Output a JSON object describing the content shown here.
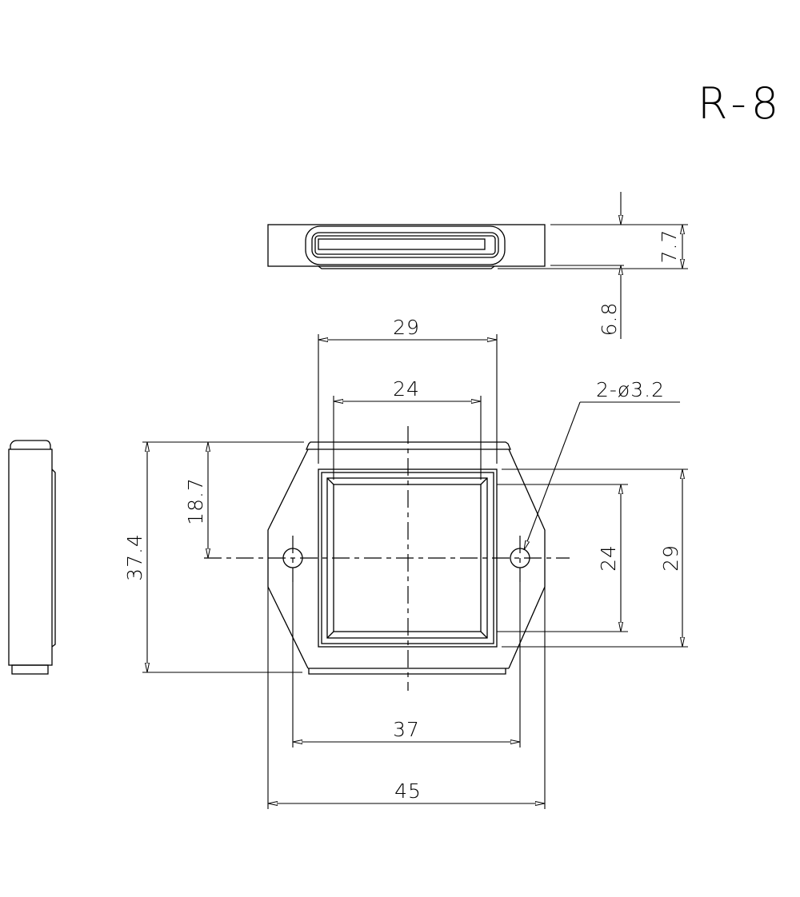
{
  "drawing": {
    "title": "R-8",
    "colors": {
      "line": "#000000",
      "background": "#ffffff"
    },
    "dimensions": {
      "top_view_height": "7.7",
      "top_view_depth": "6.8",
      "outer_width": "29",
      "inner_width": "24",
      "hole_callout": "2-ø3.2",
      "overall_height": "37.4",
      "half_height": "18.7",
      "inner_height": "24",
      "outer_height": "29",
      "hole_spacing": "37",
      "overall_width": "45"
    }
  }
}
